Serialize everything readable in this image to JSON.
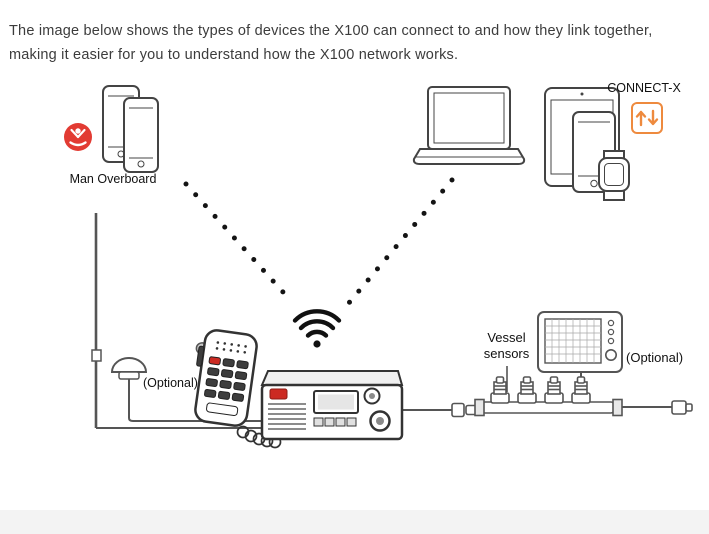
{
  "intro": {
    "text": "The image below shows the types of devices the X100 can connect to and how they link together, making it easier for you to understand how the X100 network works."
  },
  "labels": {
    "man_overboard": "Man Overboard",
    "connect_x": "CONNECT-X",
    "gps_optional": "(Optional)",
    "vessel_sensors": "Vessel sensors",
    "plotter_optional": "(Optional)"
  },
  "icons": {
    "man_overboard": {
      "name": "man-overboard-icon",
      "color": "#e23b33"
    },
    "connect_x": {
      "name": "connect-x-sync-icon",
      "color": "#ee8a3e"
    },
    "wifi": {
      "name": "wifi-icon",
      "color": "#111111"
    },
    "devices": [
      "smartphones-icon",
      "laptop-icon",
      "tablet-icon",
      "smartphone-icon",
      "smartwatch-icon",
      "antenna-icon",
      "gps-antenna-icon",
      "handset-icon",
      "radio-base-icon",
      "nmea-backbone-icon",
      "chartplotter-icon"
    ]
  },
  "colors": {
    "text": "#3c3c3c",
    "line_art": "#4a4a4a",
    "alert_red": "#e23b33",
    "brand_orange": "#ee8a3e"
  }
}
